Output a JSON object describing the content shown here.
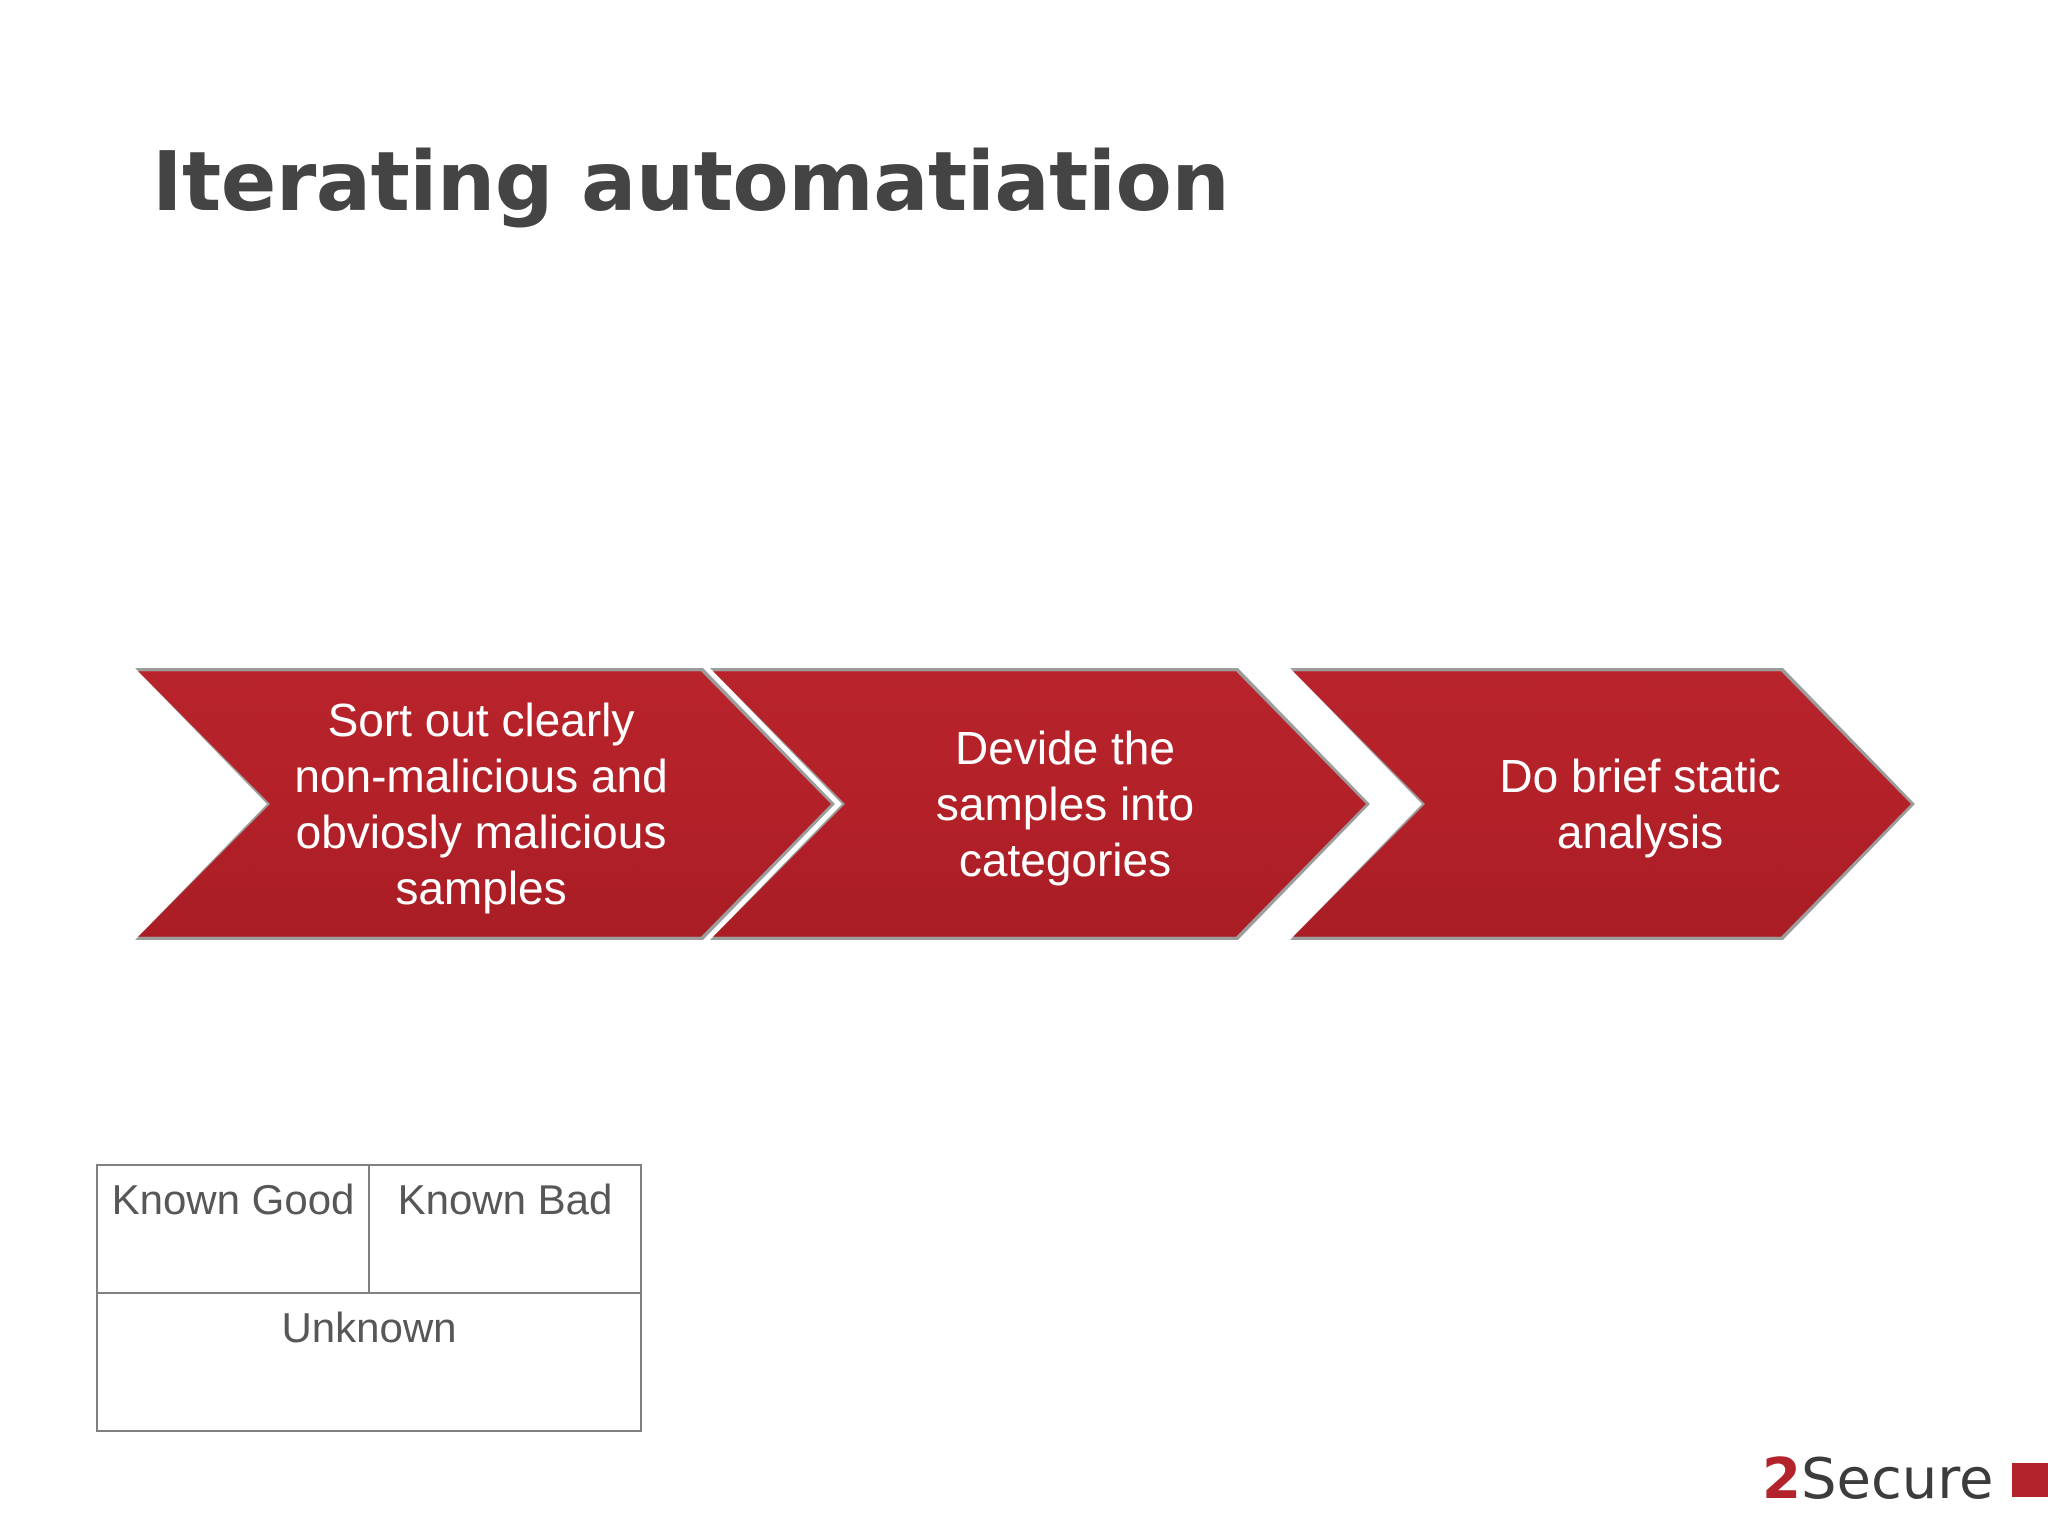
{
  "slide": {
    "title": "Iterating automatiation",
    "background_color": "#ffffff",
    "title_color": "#444444"
  },
  "process": {
    "accent_color": "#b22028",
    "outline_color": "#9c9c9c",
    "text_color": "#ffffff",
    "steps": [
      {
        "text": "Sort out clearly non-malicious and obviosly malicious samples"
      },
      {
        "text": "Devide the samples into categories"
      },
      {
        "text": "Do brief static analysis"
      }
    ]
  },
  "legend_table": {
    "border_color": "#808080",
    "text_color": "#575757",
    "rows": [
      {
        "cells": [
          "Known Good",
          "Known Bad"
        ]
      },
      {
        "cells": [
          "Unknown"
        ]
      }
    ]
  },
  "logo": {
    "mark": "2",
    "word": "Secure",
    "mark_color": "#b2232b",
    "word_color": "#3c3c3c",
    "block_color": "#b2232b"
  }
}
